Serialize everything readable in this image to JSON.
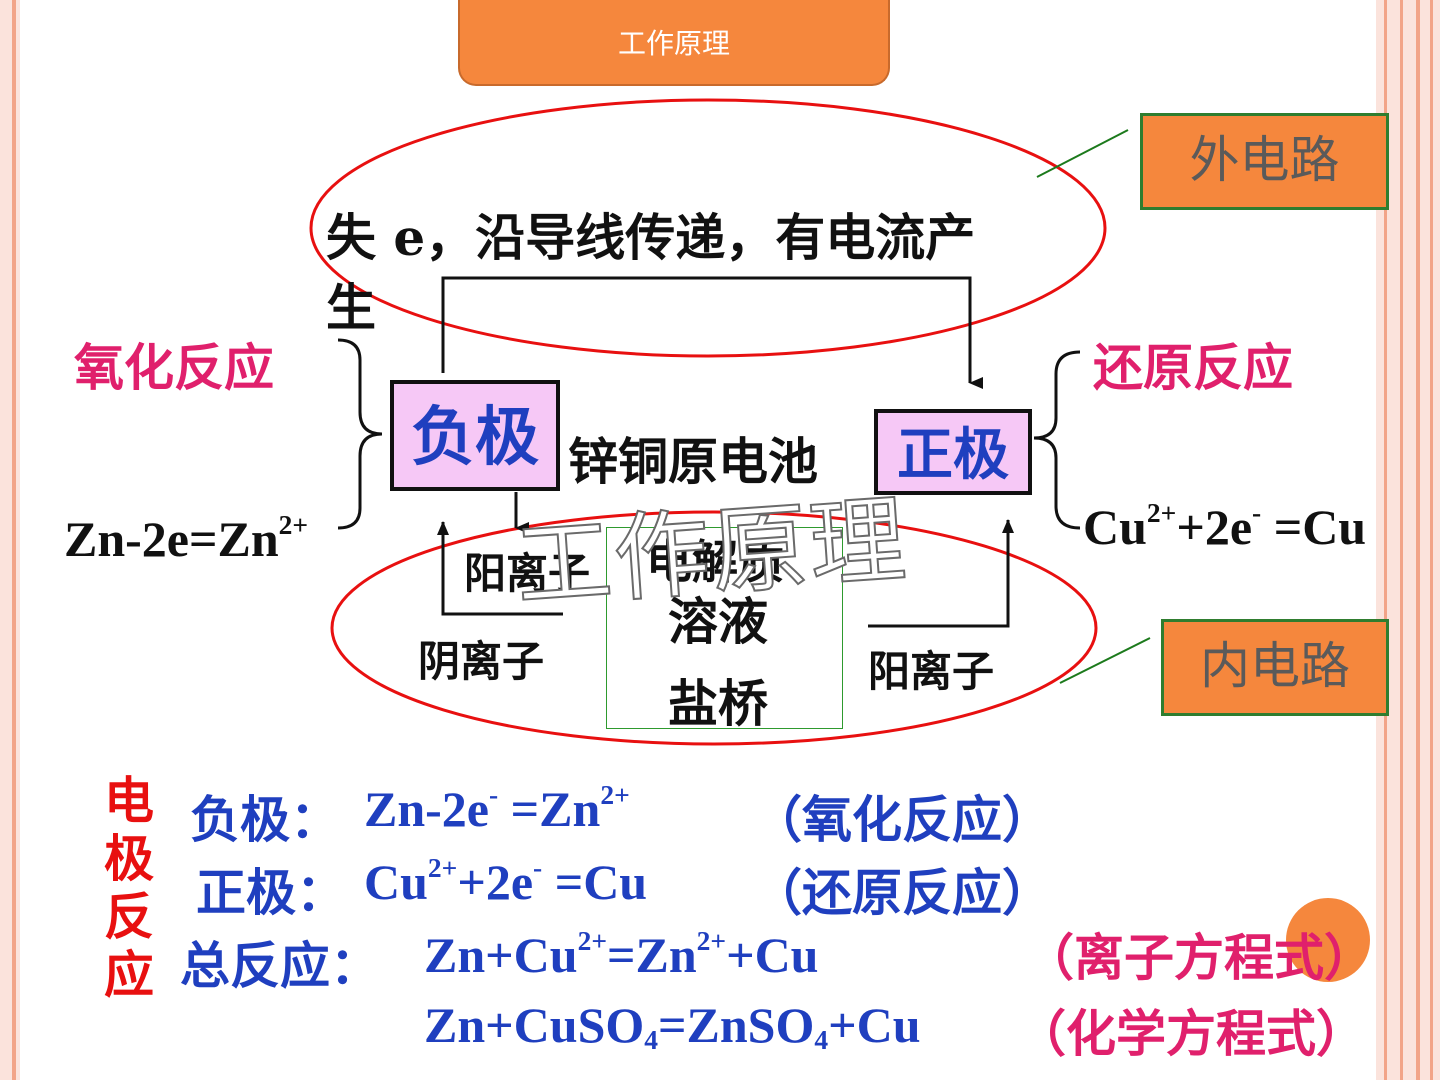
{
  "title": "工作原理",
  "outer_circuit": {
    "label": "外电路",
    "description": "失 e，沿导线传递，有电流产",
    "description_cont": "生"
  },
  "inner_circuit": {
    "label": "内电路"
  },
  "anode": {
    "label": "负极",
    "reaction_type": "氧化反应",
    "half_equation": {
      "lhs": "Zn-2e=Zn",
      "sup": "2+"
    }
  },
  "cathode": {
    "label": "正极",
    "reaction_type": "还原反应",
    "half_equation": {
      "a": "Cu",
      "a_sup": "2+",
      "b": "+2e",
      "b_sup": "-",
      "c": " =Cu"
    }
  },
  "cell_name": "锌铜原电池",
  "electrolyte": {
    "line1": "电解质",
    "line2": "溶液"
  },
  "salt_bridge": "盐桥",
  "ions": {
    "cation_left": "阳离子",
    "anion_left": "阴离子",
    "cation_right": "阳离子"
  },
  "watermark": "工作原理",
  "electrode_reactions": {
    "side_label": [
      "电",
      "极",
      "反",
      "应"
    ],
    "anode_label": "负极：",
    "anode_eq": {
      "a": "Zn-2e",
      "a_sup": "-",
      "b": " =Zn",
      "b_sup": "2+"
    },
    "anode_note": "（氧化反应）",
    "cathode_label": "正极：",
    "cathode_eq": {
      "a": "Cu",
      "a_sup": "2+",
      "b": "+2e",
      "b_sup": "-",
      "c": " =Cu"
    },
    "cathode_note": "（还原反应）",
    "total_label": "总反应：",
    "ionic_eq": {
      "a": "Zn+Cu",
      "a_sup": "2+",
      "b": "=Zn",
      "b_sup": "2+",
      "c": "+Cu"
    },
    "ionic_note": "（离子方程式）",
    "chem_eq": {
      "a": "Zn+CuSO",
      "a_sub": "4",
      "b": "=ZnSO",
      "b_sub": "4",
      "c": "+Cu"
    },
    "chem_note": "（化学方程式）"
  },
  "colors": {
    "orange": "#f5873d",
    "pink_text": "#e0206c",
    "blue_text": "#1f3fbf",
    "red": "#e81010",
    "box_fill": "#f6c8f6"
  }
}
